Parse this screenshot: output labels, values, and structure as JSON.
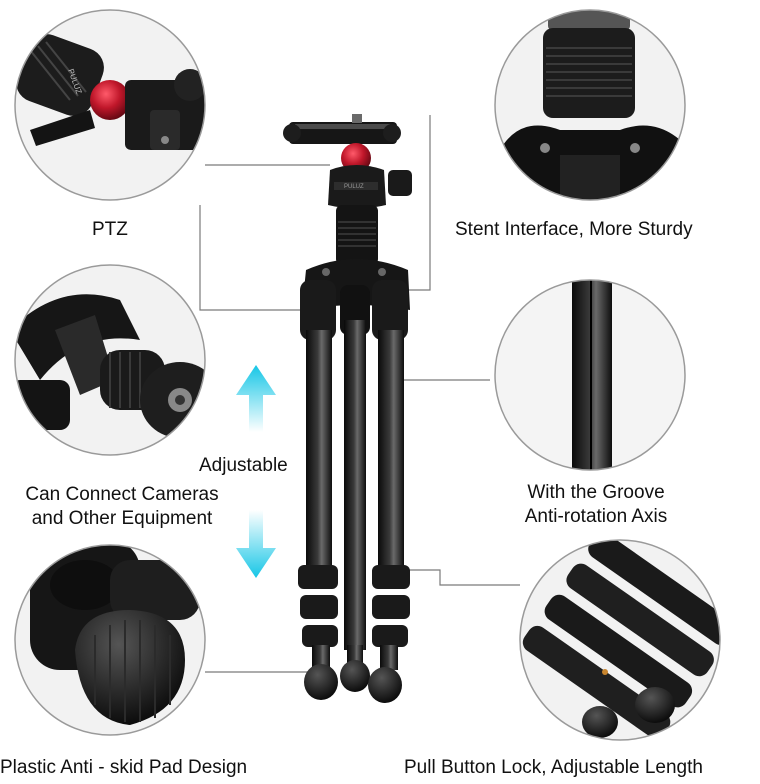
{
  "labels": {
    "ptz": "PTZ",
    "stent": "Stent Interface, More Sturdy",
    "adjustable": "Adjustable",
    "connect_line1": "Can Connect Cameras",
    "connect_line2": "and Other Equipment",
    "groove_line1": "With the Groove",
    "groove_line2": "Anti-rotation Axis",
    "pad": "Plastic Anti - skid Pad Design",
    "lock": "Pull Button Lock, Adjustable Length"
  },
  "brand_marks": [
    "PULUZ"
  ],
  "colors": {
    "background": "#ffffff",
    "metal_dark": "#141414",
    "metal_mid": "#2e2e2e",
    "highlight": "#6a6a6a",
    "accent_red": "#c0172a",
    "arrow_cyan": "#16c6e6",
    "callout_line": "#7a7a7a",
    "circle_border": "#9a9a9a"
  }
}
